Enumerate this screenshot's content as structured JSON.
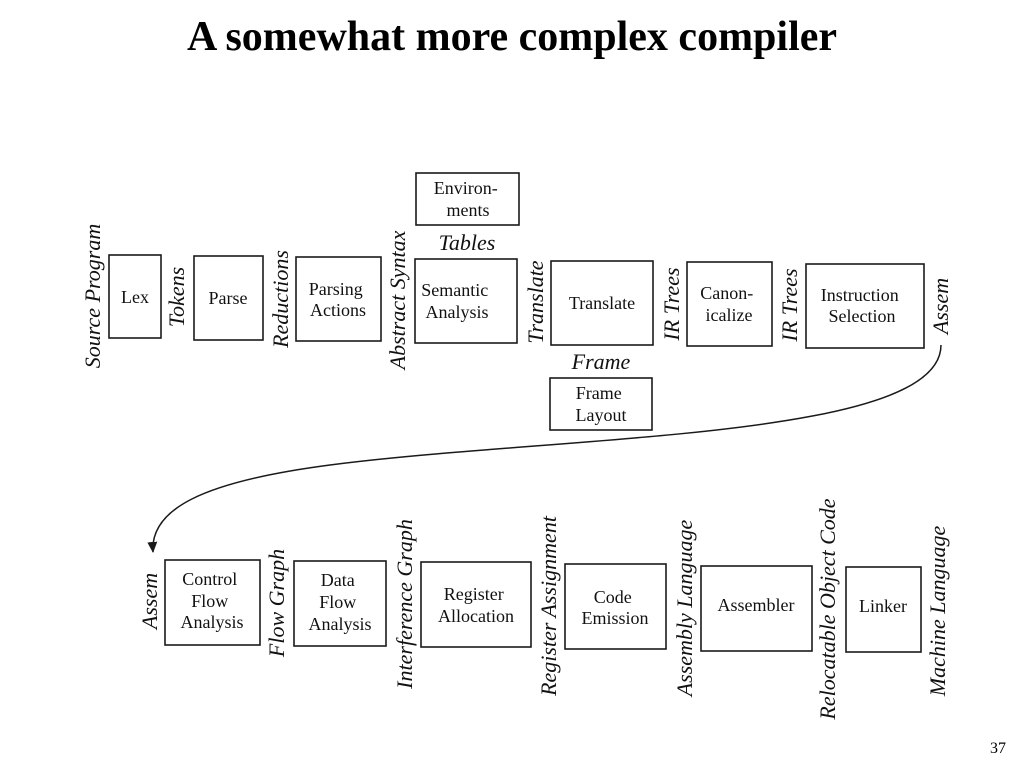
{
  "title": "A somewhat more complex compiler",
  "page_number": "37",
  "boxes": {
    "environments": [
      "Environ-",
      "ments"
    ],
    "lex": [
      "Lex"
    ],
    "parse": [
      "Parse"
    ],
    "parsing_actions": [
      "Parsing",
      "Actions"
    ],
    "semantic_analysis": [
      "Semantic",
      "Analysis"
    ],
    "translate": [
      "Translate"
    ],
    "canonicalize": [
      "Canon-",
      "icalize"
    ],
    "instruction_selection": [
      "Instruction",
      "Selection"
    ],
    "frame_layout": [
      "Frame",
      "Layout"
    ],
    "control_flow_analysis": [
      "Control",
      "Flow",
      "Analysis"
    ],
    "data_flow_analysis": [
      "Data",
      "Flow",
      "Analysis"
    ],
    "register_allocation": [
      "Register",
      "Allocation"
    ],
    "code_emission": [
      "Code",
      "Emission"
    ],
    "assembler": [
      "Assembler"
    ],
    "linker": [
      "Linker"
    ]
  },
  "labels": {
    "source_program": "Source Program",
    "tokens": "Tokens",
    "reductions": "Reductions",
    "abstract_syntax": "Abstract Syntax",
    "tables": "Tables",
    "translate": "Translate",
    "frame": "Frame",
    "ir_trees_1": "IR Trees",
    "ir_trees_2": "IR Trees",
    "assem_top": "Assem",
    "assem_bottom": "Assem",
    "flow_graph": "Flow Graph",
    "interference_graph": "Interference Graph",
    "register_assignment": "Register Assignment",
    "assembly_language": "Assembly Language",
    "relocatable_object_code": "Relocatable Object Code",
    "machine_language": "Machine Language"
  }
}
